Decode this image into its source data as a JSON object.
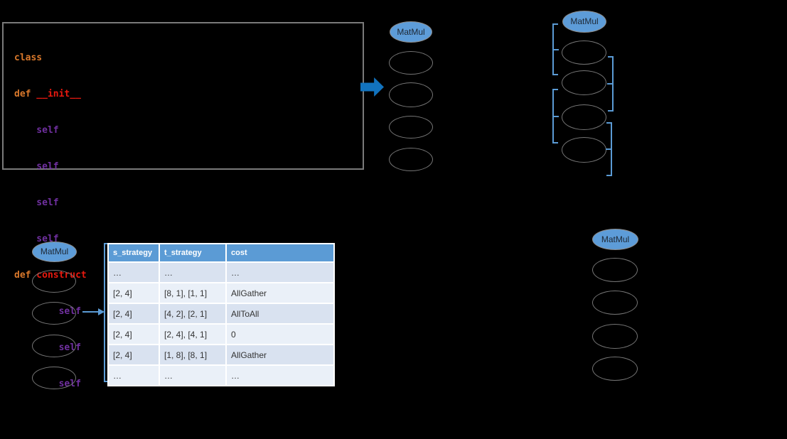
{
  "colors": {
    "background": "#000000",
    "transform_arrow_blue": "#1273be",
    "bracket_blue": "#5b9bd5",
    "op_node_fill": "#5d9cd8",
    "empty_node_stroke": "#757575",
    "table_header_bg": "#5b9bd5",
    "table_band_dark": "#d9e2f0",
    "table_band_light": "#eaf0f8",
    "code_keyword_orange": "#d9782b",
    "code_defname_red": "#e8190f",
    "code_self_purple": "#7030a0"
  },
  "icons": {
    "transform_arrow": "right-arrow",
    "table_pointer": "small-right-arrow",
    "group_brackets": "square-bracket"
  },
  "code": {
    "class_kw": "class",
    "def_kw": "def",
    "init_name": "__init__",
    "construct_name": "construct",
    "self_kw": "self"
  },
  "graphs": {
    "initial": {
      "root_label": "MatMul"
    },
    "grouped": {
      "root_label": "MatMul"
    },
    "with_table": {
      "root_label": "MatMul"
    },
    "final": {
      "root_label": "MatMul"
    }
  },
  "table": {
    "headers": [
      "s_strategy",
      "t_strategy",
      "cost"
    ],
    "rows": [
      [
        "…",
        "…",
        "…"
      ],
      [
        "[2, 4]",
        "[8, 1], [1, 1]",
        "AllGather"
      ],
      [
        "[2, 4]",
        "[4, 2], [2, 1]",
        "AllToAll"
      ],
      [
        "[2, 4]",
        "[2, 4], [4, 1]",
        "0"
      ],
      [
        "[2, 4]",
        "[1, 8], [8, 1]",
        "AllGather"
      ],
      [
        "…",
        "…",
        "…"
      ]
    ]
  }
}
